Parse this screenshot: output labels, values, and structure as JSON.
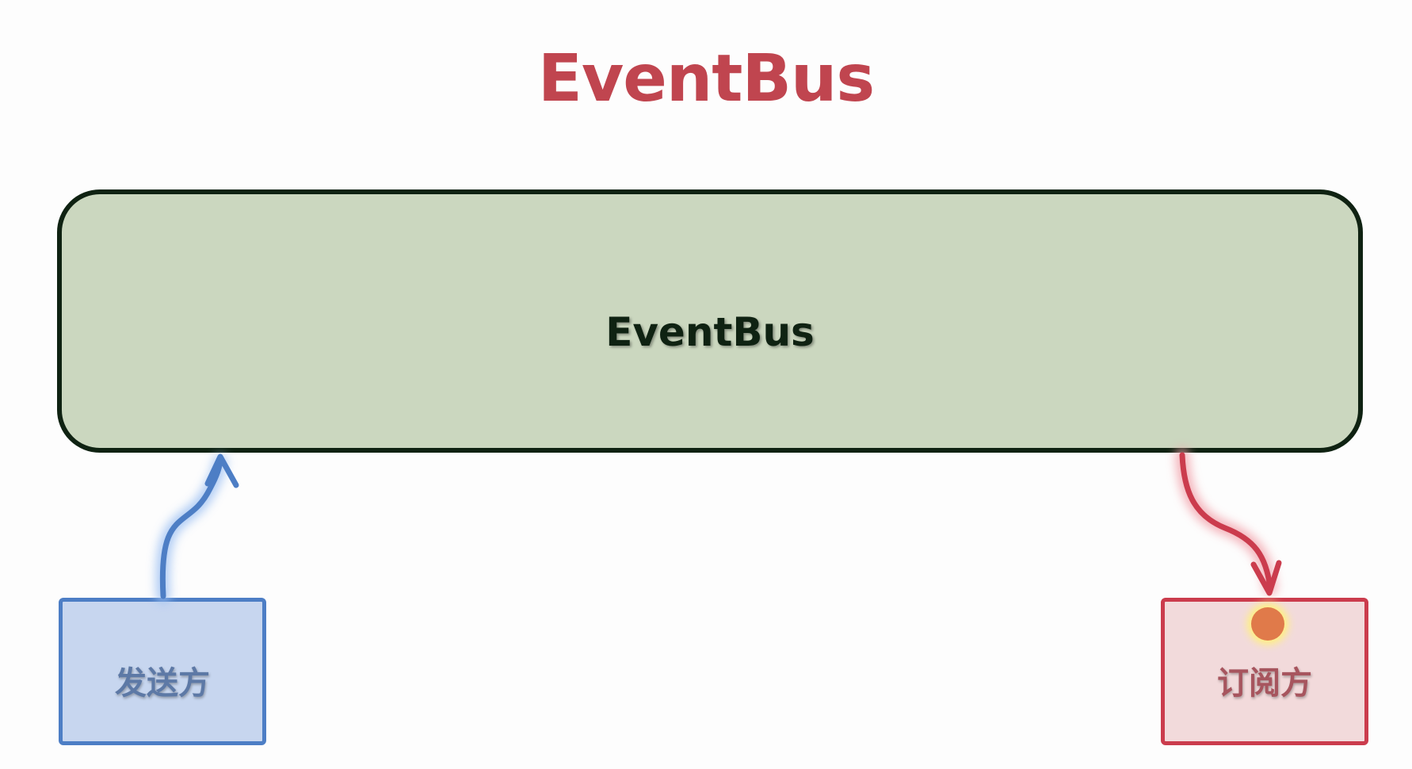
{
  "title": "EventBus",
  "bus": {
    "label": "EventBus"
  },
  "sender": {
    "label": "发送方"
  },
  "subscriber": {
    "label": "订阅方"
  },
  "colors": {
    "title": "#c0454f",
    "bus_fill": "#cbd7bf",
    "bus_border": "#0f2212",
    "sender_fill": "#c7d6ef",
    "sender_border": "#4d7ec5",
    "subscriber_fill": "#f2dadb",
    "subscriber_border": "#cb3c4d",
    "cursor_dot": "#e07a4a"
  },
  "connections": [
    {
      "from": "sender",
      "to": "bus",
      "color": "blue"
    },
    {
      "from": "bus",
      "to": "subscriber",
      "color": "red"
    }
  ]
}
